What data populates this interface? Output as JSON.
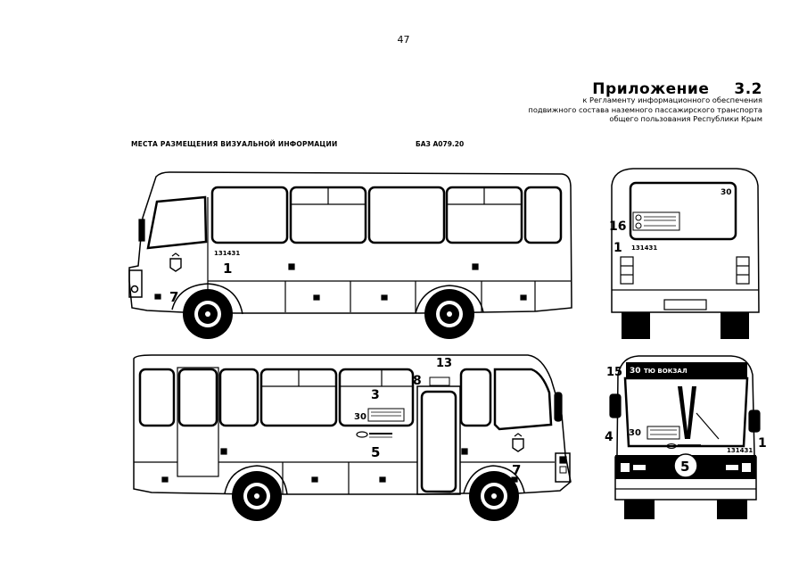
{
  "page_number": "47",
  "appendix": {
    "title": "Приложение",
    "number": "3.2",
    "subtitle_lines": [
      "к Регламенту информационного обеспечения",
      "подвижного состава наземного пассажирского транспорта",
      "общего пользования Республики Крым"
    ]
  },
  "section_heading": "МЕСТА РАЗМЕЩЕНИЯ ВИЗУАЛЬНОЙ ИНФОРМАЦИИ",
  "bus_model": "БАЗ А079.20",
  "bus": {
    "board_number": "131431",
    "route_number": "30",
    "route_board_text": "ТЮ ВОКЗАЛ"
  },
  "markers": {
    "m1": "1",
    "m3": "3",
    "m4": "4",
    "m5": "5",
    "m7": "7",
    "m8": "8",
    "m13": "13",
    "m15": "15",
    "m16": "16"
  }
}
